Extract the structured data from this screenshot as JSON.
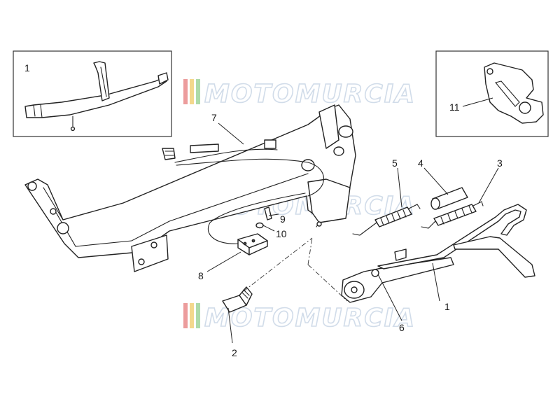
{
  "diagram": {
    "callouts": [
      "1",
      "1",
      "2",
      "3",
      "4",
      "5",
      "6",
      "7",
      "8",
      "9",
      "10",
      "11"
    ],
    "watermark": {
      "text": "MOTOMURCIA",
      "color": "#c9d6e6",
      "stripe_colors": [
        "#e98b8b",
        "#f2d27a",
        "#9fd49b"
      ]
    }
  }
}
